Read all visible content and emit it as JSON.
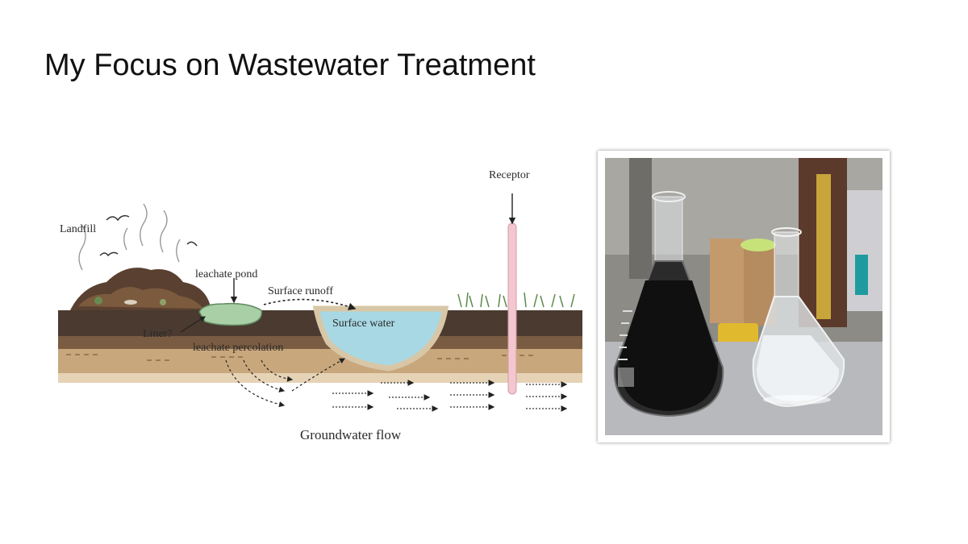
{
  "slide": {
    "title": "My Focus on Wastewater Treatment"
  },
  "diagram": {
    "labels": {
      "landfill": "Landfill",
      "leachate_pond": "leachate pond",
      "surface_runoff": "Surface runoff",
      "surface_water": "Surface water",
      "liner": "Liner?",
      "leachate_percolation": "leachate percolation",
      "receptor": "Receptor",
      "groundwater_flow": "Groundwater flow"
    }
  },
  "photo": {
    "subject": "two-erlenmeyer-flasks-dark-and-clear-water"
  }
}
